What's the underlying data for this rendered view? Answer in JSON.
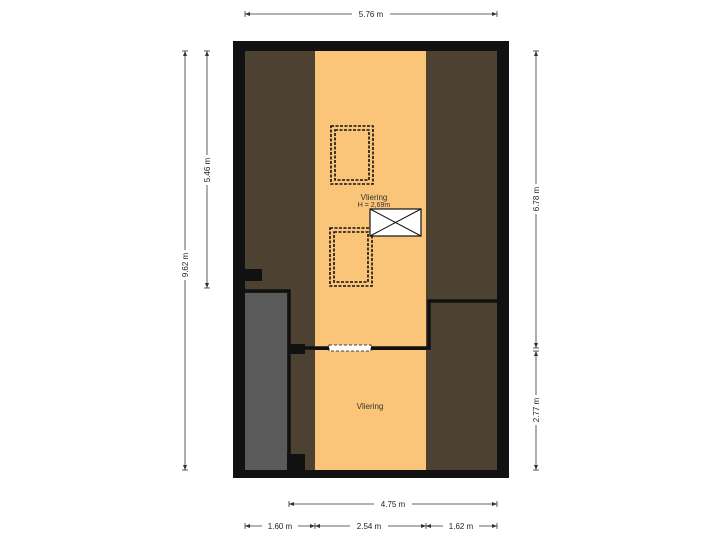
{
  "colors": {
    "wall": "#111111",
    "eave": "#4d4131",
    "room": "#fbc579",
    "stair": "#5a5a5a",
    "dim_line": "#333333"
  },
  "rooms": {
    "upper": {
      "name": "Vliering",
      "height": "H = 2,69m"
    },
    "lower": {
      "name": "Vliering"
    }
  },
  "dimensions": {
    "top_width": "5.76 m",
    "left_outer_height": "9.62 m",
    "left_inner_height": "5.46 m",
    "right_upper_height": "6.78 m",
    "right_lower_height": "2.77 m",
    "bottom_inner_width": "4.75 m",
    "bottom_segment_left": "1.60 m",
    "bottom_segment_middle": "2.54 m",
    "bottom_segment_right": "1.62 m"
  },
  "symbols": {
    "roof_windows": 2,
    "hatch": "cross-box",
    "door": "dashed-opening"
  }
}
